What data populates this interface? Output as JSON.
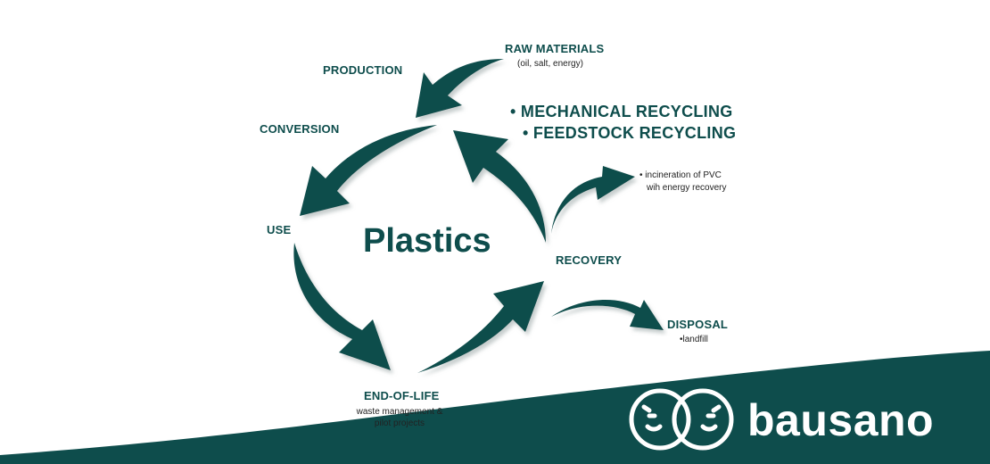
{
  "diagram": {
    "center_label": "Plastics",
    "stages": {
      "raw_materials": {
        "title": "RAW MATERIALS",
        "subtitle": "(oil, salt, energy)"
      },
      "production": {
        "title": "PRODUCTION"
      },
      "conversion": {
        "title": "CONVERSION"
      },
      "use": {
        "title": "USE"
      },
      "end_of_life": {
        "title": "END-OF-LIFE",
        "subtitle_line1": "waste management &",
        "subtitle_line2": "pilot projects"
      },
      "recovery": {
        "title": "RECOVERY"
      },
      "disposal": {
        "title": "DISPOSAL",
        "subtitle": "•landfill"
      }
    },
    "recycling": [
      "• MECHANICAL RECYCLING",
      "• FEEDSTOCK RECYCLING"
    ],
    "energy_recovery": {
      "line1": "• incineration of PVC",
      "line2": "wih energy recovery"
    }
  },
  "brand": {
    "name": "bausano"
  },
  "colors": {
    "primary": "#0e4d4c",
    "shadow": "#c8cfcf",
    "background": "#ffffff"
  },
  "icons": {
    "logo": "bausano-double-face-logo",
    "arrows": "curved-arrow"
  }
}
